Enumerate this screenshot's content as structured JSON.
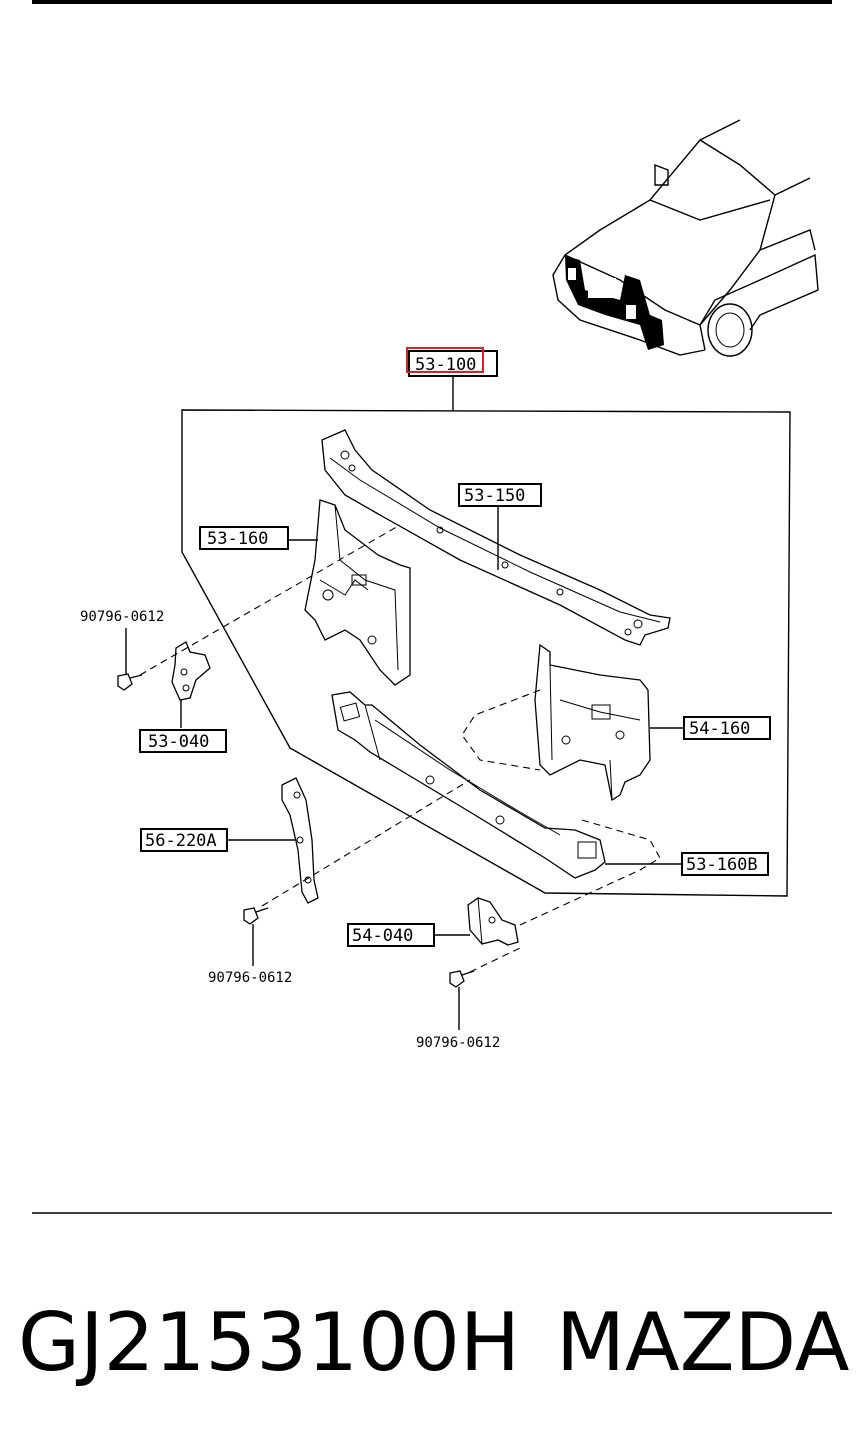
{
  "diagram": {
    "labels": {
      "l53_100": "53-100",
      "l53_150": "53-150",
      "l53_160": "53-160",
      "l53_040": "53-040",
      "l54_160": "54-160",
      "l56_220a": "56-220A",
      "l53_160b": "53-160B",
      "l54_040": "54-040"
    },
    "bolts": {
      "b1": "90796-0612",
      "b2": "90796-0612",
      "b3": "90796-0612"
    },
    "highlight_color": "#e02020"
  },
  "caption": {
    "part_number": "GJ2153100H",
    "brand": "MAZDA"
  }
}
